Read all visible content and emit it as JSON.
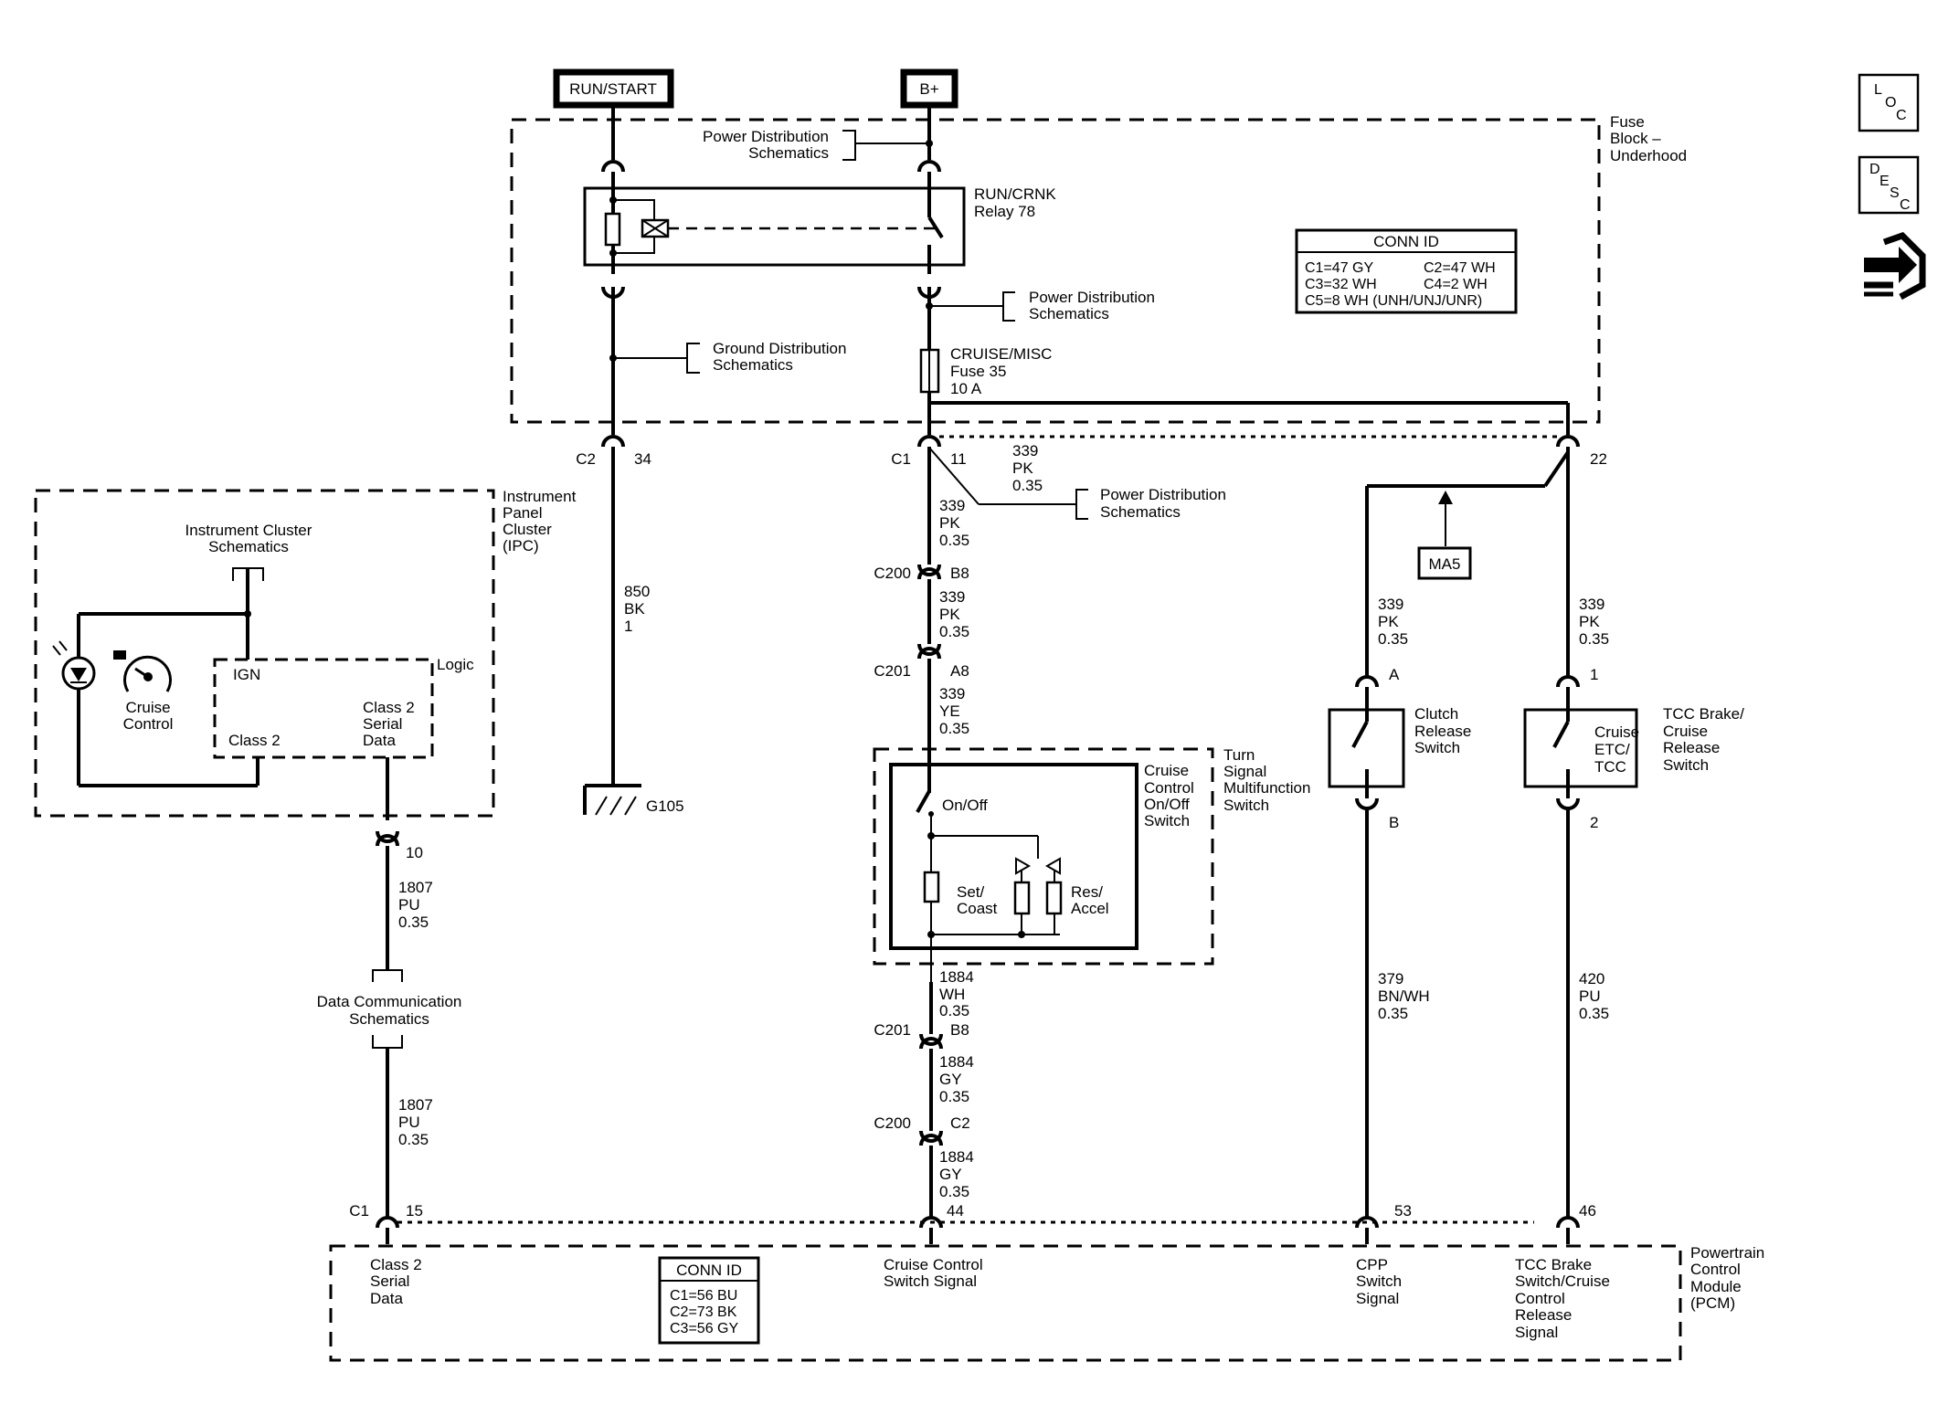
{
  "supply": {
    "run_start": "RUN/START",
    "b_plus": "B+"
  },
  "nav_icons": {
    "loc_letters": [
      "L",
      "O",
      "C"
    ],
    "desc_letters": [
      "D",
      "E",
      "S",
      "C"
    ],
    "third": "connector-diagram-icon"
  },
  "fuse_block": {
    "title": [
      "Fuse",
      "Block –",
      "Underhood"
    ],
    "power_dist_1": [
      "Power Distribution",
      "Schematics"
    ],
    "relay": [
      "RUN/CRNK",
      "Relay 78"
    ],
    "power_dist_2": [
      "Power Distribution",
      "Schematics"
    ],
    "ground_dist": [
      "Ground Distribution",
      "Schematics"
    ],
    "fuse": [
      "CRUISE/MISC",
      "Fuse 35",
      "10 A"
    ],
    "conn_id": {
      "title": "CONN ID",
      "rows": [
        [
          "C1=47 GY",
          "C2=47 WH"
        ],
        [
          "C3=32 WH",
          "C4=2 WH"
        ],
        [
          "C5=8 WH (UNH/UNJ/UNR)",
          ""
        ]
      ]
    }
  },
  "connectors": {
    "c2_34": {
      "conn": "C2",
      "pin": "34"
    },
    "c1_11": {
      "conn": "C1",
      "pin": "11"
    },
    "pin_22": "22",
    "c200_b8": {
      "conn": "C200",
      "pin": "B8"
    },
    "c201_a8": {
      "conn": "C201",
      "pin": "A8"
    },
    "c201_b8": {
      "conn": "C201",
      "pin": "B8"
    },
    "c200_c2": {
      "conn": "C200",
      "pin": "C2"
    },
    "ipc_10": "10",
    "clutch_a": "A",
    "clutch_b": "B",
    "tcc_1": "1",
    "tcc_2": "2",
    "pcm_c1": "C1",
    "pcm_15": "15",
    "pcm_44": "44",
    "pcm_53": "53",
    "pcm_46": "46"
  },
  "wires": {
    "w850": [
      "850",
      "BK",
      "1"
    ],
    "w339_branch": [
      "339",
      "PK",
      "0.35"
    ],
    "w339_main1": [
      "339",
      "PK",
      "0.35"
    ],
    "w339_main2": [
      "339",
      "PK",
      "0.35"
    ],
    "w339_ye": [
      "339",
      "YE",
      "0.35"
    ],
    "w339_clutch": [
      "339",
      "PK",
      "0.35"
    ],
    "w339_tcc": [
      "339",
      "PK",
      "0.35"
    ],
    "w1884_wh": [
      "1884",
      "WH",
      "0.35"
    ],
    "w1884_gy1": [
      "1884",
      "GY",
      "0.35"
    ],
    "w1884_gy2": [
      "1884",
      "GY",
      "0.35"
    ],
    "w379": [
      "379",
      "BN/WH",
      "0.35"
    ],
    "w420": [
      "420",
      "PU",
      "0.35"
    ],
    "w1807_a": [
      "1807",
      "PU",
      "0.35"
    ],
    "w1807_b": [
      "1807",
      "PU",
      "0.35"
    ]
  },
  "power_dist_3": [
    "Power Distribution",
    "Schematics"
  ],
  "ma5": "MA5",
  "ground": "G105",
  "ipc": {
    "title": [
      "Instrument",
      "Panel",
      "Cluster",
      "(IPC)"
    ],
    "schematics": [
      "Instrument Cluster",
      "Schematics"
    ],
    "cruise": [
      "Cruise",
      "Control"
    ],
    "logic": "Logic",
    "ign": "IGN",
    "class2": "Class 2",
    "serial": [
      "Class 2",
      "Serial",
      "Data"
    ]
  },
  "data_comm": [
    "Data Communication",
    "Schematics"
  ],
  "turn_switch": {
    "title": [
      "Turn",
      "Signal",
      "Multifunction",
      "Switch"
    ],
    "inner": [
      "Cruise",
      "Control",
      "On/Off",
      "Switch"
    ],
    "on_off": "On/Off",
    "set_coast": [
      "Set/",
      "Coast"
    ],
    "res_accel": [
      "Res/",
      "Accel"
    ]
  },
  "clutch": [
    "Clutch",
    "Release",
    "Switch"
  ],
  "tcc": {
    "inner": [
      "Cruise",
      "ETC/",
      "TCC"
    ],
    "title": [
      "TCC Brake/",
      "Cruise",
      "Release",
      "Switch"
    ]
  },
  "pcm": {
    "title": [
      "Powertrain",
      "Control",
      "Module",
      "(PCM)"
    ],
    "serial": [
      "Class 2",
      "Serial",
      "Data"
    ],
    "cruise_sig": [
      "Cruise Control",
      "Switch Signal"
    ],
    "cpp": [
      "CPP",
      "Switch",
      "Signal"
    ],
    "tcc_sig": [
      "TCC Brake",
      "Switch/Cruise",
      "Control",
      "Release",
      "Signal"
    ],
    "conn_id": {
      "title": "CONN ID",
      "rows": [
        "C1=56 BU",
        "C2=73 BK",
        "C3=56 GY"
      ]
    }
  }
}
